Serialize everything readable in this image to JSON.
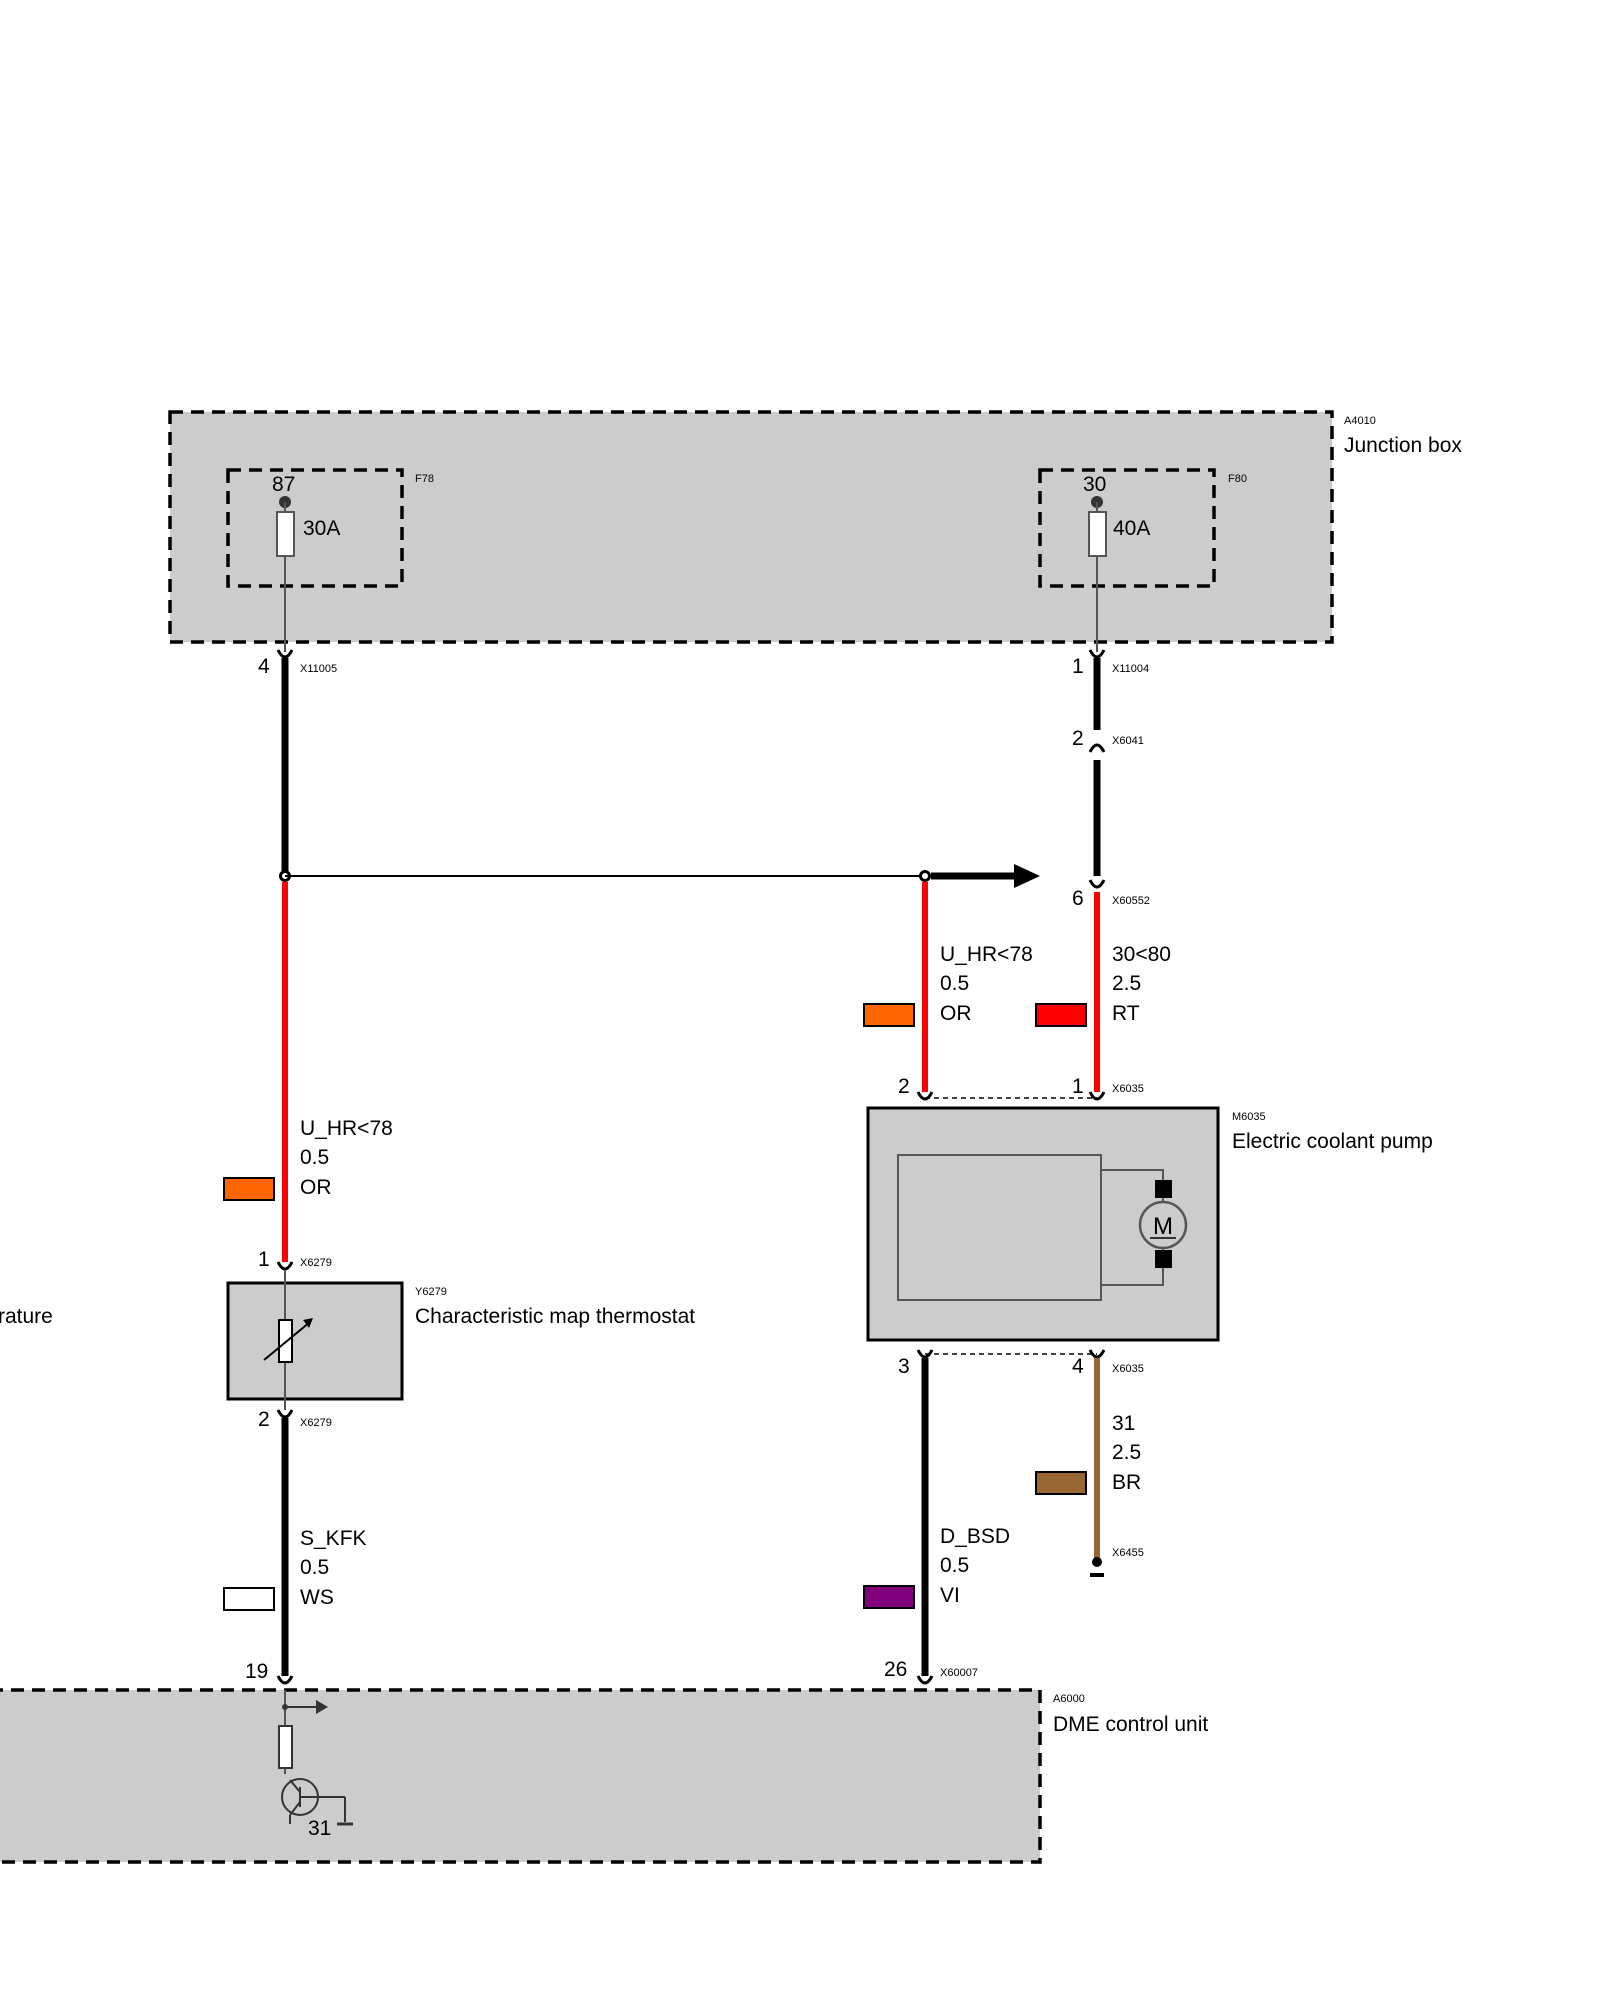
{
  "junction_box": {
    "id": "A4010",
    "name": "Junction box"
  },
  "fuse_f78": {
    "id": "F78",
    "terminal": "87",
    "rating": "30A"
  },
  "fuse_f80": {
    "id": "F80",
    "terminal": "30",
    "rating": "40A"
  },
  "connectors": {
    "x11005": {
      "id": "X11005",
      "pin": "4"
    },
    "x11004": {
      "id": "X11004",
      "pin": "1"
    },
    "x6041": {
      "id": "X6041",
      "pin": "2"
    },
    "x60552": {
      "id": "X60552",
      "pin": "6"
    },
    "x6035_top_left": {
      "id": "X6035",
      "pin": "2"
    },
    "x6035_top_right": {
      "pin": "1"
    },
    "x6035_bottom_left": {
      "pin": "3"
    },
    "x6035_bottom_right": {
      "id": "X6035",
      "pin": "4"
    },
    "x6279_top": {
      "id": "X6279",
      "pin": "1"
    },
    "x6279_bottom": {
      "id": "X6279",
      "pin": "2"
    },
    "x6455": {
      "id": "X6455"
    },
    "x60007_left": {
      "pin": "19"
    },
    "x60007_right": {
      "id": "X60007",
      "pin": "26"
    }
  },
  "wires": {
    "thermostat_supply": {
      "signal": "U_HR<78",
      "gauge": "0.5",
      "color_code": "OR",
      "color": "#ff6600"
    },
    "pump_supply": {
      "signal": "U_HR<78",
      "gauge": "0.5",
      "color_code": "OR",
      "color": "#ff6600"
    },
    "pump_power": {
      "signal": "30<80",
      "gauge": "2.5",
      "color_code": "RT",
      "color": "#ff0000"
    },
    "pump_ground": {
      "signal": "31",
      "gauge": "2.5",
      "color_code": "BR",
      "color": "#996633"
    },
    "thermostat_signal": {
      "signal": "S_KFK",
      "gauge": "0.5",
      "color_code": "WS",
      "color": "#ffffff"
    },
    "pump_data": {
      "signal": "D_BSD",
      "gauge": "0.5",
      "color_code": "VI",
      "color": "#800080"
    }
  },
  "pump": {
    "id": "M6035",
    "name": "Electric coolant pump",
    "motor_symbol": "M"
  },
  "thermostat": {
    "id": "Y6279",
    "name": "Characteristic map thermostat"
  },
  "dme": {
    "id": "A6000",
    "name": "DME control unit",
    "ground_terminal": "31"
  },
  "cut_label": "rature"
}
